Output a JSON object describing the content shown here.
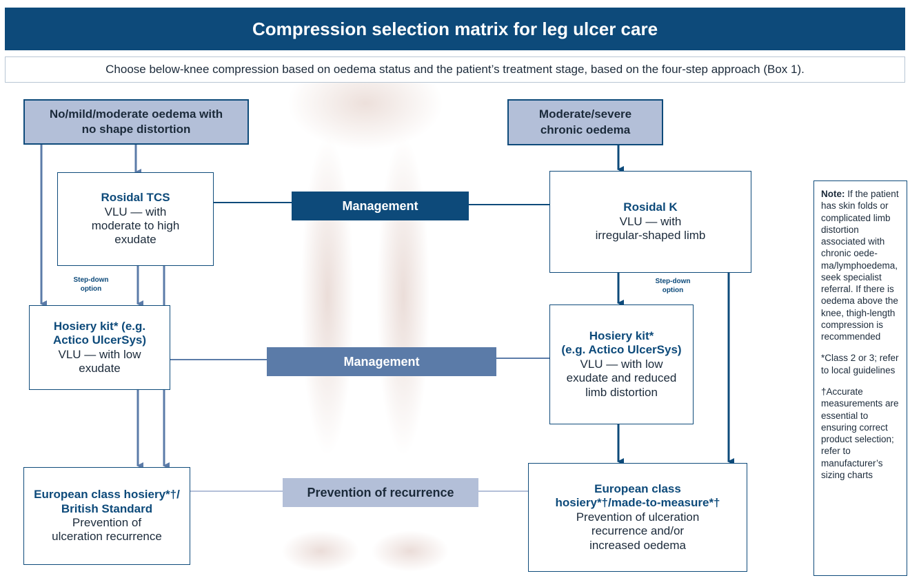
{
  "title": "Compression selection matrix for leg ulcer care",
  "subtitle": "Choose below-knee compression based on oedema status and the patient’s treatment stage, based on the four-step approach (Box 1).",
  "left": {
    "category": [
      "No/mild/moderate oedema with",
      "no shape distortion"
    ],
    "step1": {
      "name": "Rosidal TCS",
      "desc": [
        "VLU — with",
        "moderate to high",
        "exudate"
      ]
    },
    "stepdown": [
      "Step-down",
      "option"
    ],
    "step2": {
      "name": [
        "Hosiery kit* (e.g.",
        "Actico UlcerSys)"
      ],
      "desc": [
        "VLU — with low",
        "exudate"
      ]
    },
    "step3": {
      "name": [
        "European class hosiery*†/",
        "British Standard"
      ],
      "desc": [
        "Prevention of",
        "ulceration recurrence"
      ]
    }
  },
  "right": {
    "category": [
      "Moderate/severe",
      "chronic oedema"
    ],
    "step1": {
      "name": "Rosidal K",
      "desc": [
        "VLU — with",
        "irregular-shaped limb"
      ]
    },
    "stepdown": [
      "Step-down",
      "option"
    ],
    "step2": {
      "name": [
        "Hosiery kit*",
        "(e.g. Actico UlcerSys)"
      ],
      "desc": [
        "VLU — with low",
        "exudate and reduced",
        "limb distortion"
      ]
    },
    "step3": {
      "name": [
        "European class",
        "hosiery*†/made-to-measure*†"
      ],
      "desc": [
        "Prevention of ulceration",
        "recurrence and/or",
        "increased oedema"
      ]
    }
  },
  "stages": {
    "s1": "Management",
    "s2": "Management",
    "s3": "Prevention of recurrence"
  },
  "note": {
    "label": "Note:",
    "text": "If the patient has skin folds or complicated limb distortion associated with chronic oede­ma/lymphoedema, seek specialist referral. If there is oedema above the knee, thigh-length compression is rec­ommended",
    "footnote1": "*Class 2 or 3; refer to local guidelines",
    "footnote2": "†Accurate measure­ments are essential to ensuring correct product selection; refer to manufactur­er’s sizing charts"
  },
  "colors": {
    "navy": "#0d4a7a",
    "mid_blue": "#5b7ba8",
    "light_blue": "#b3bfd8",
    "arrow_light": "#5b7ba8"
  }
}
